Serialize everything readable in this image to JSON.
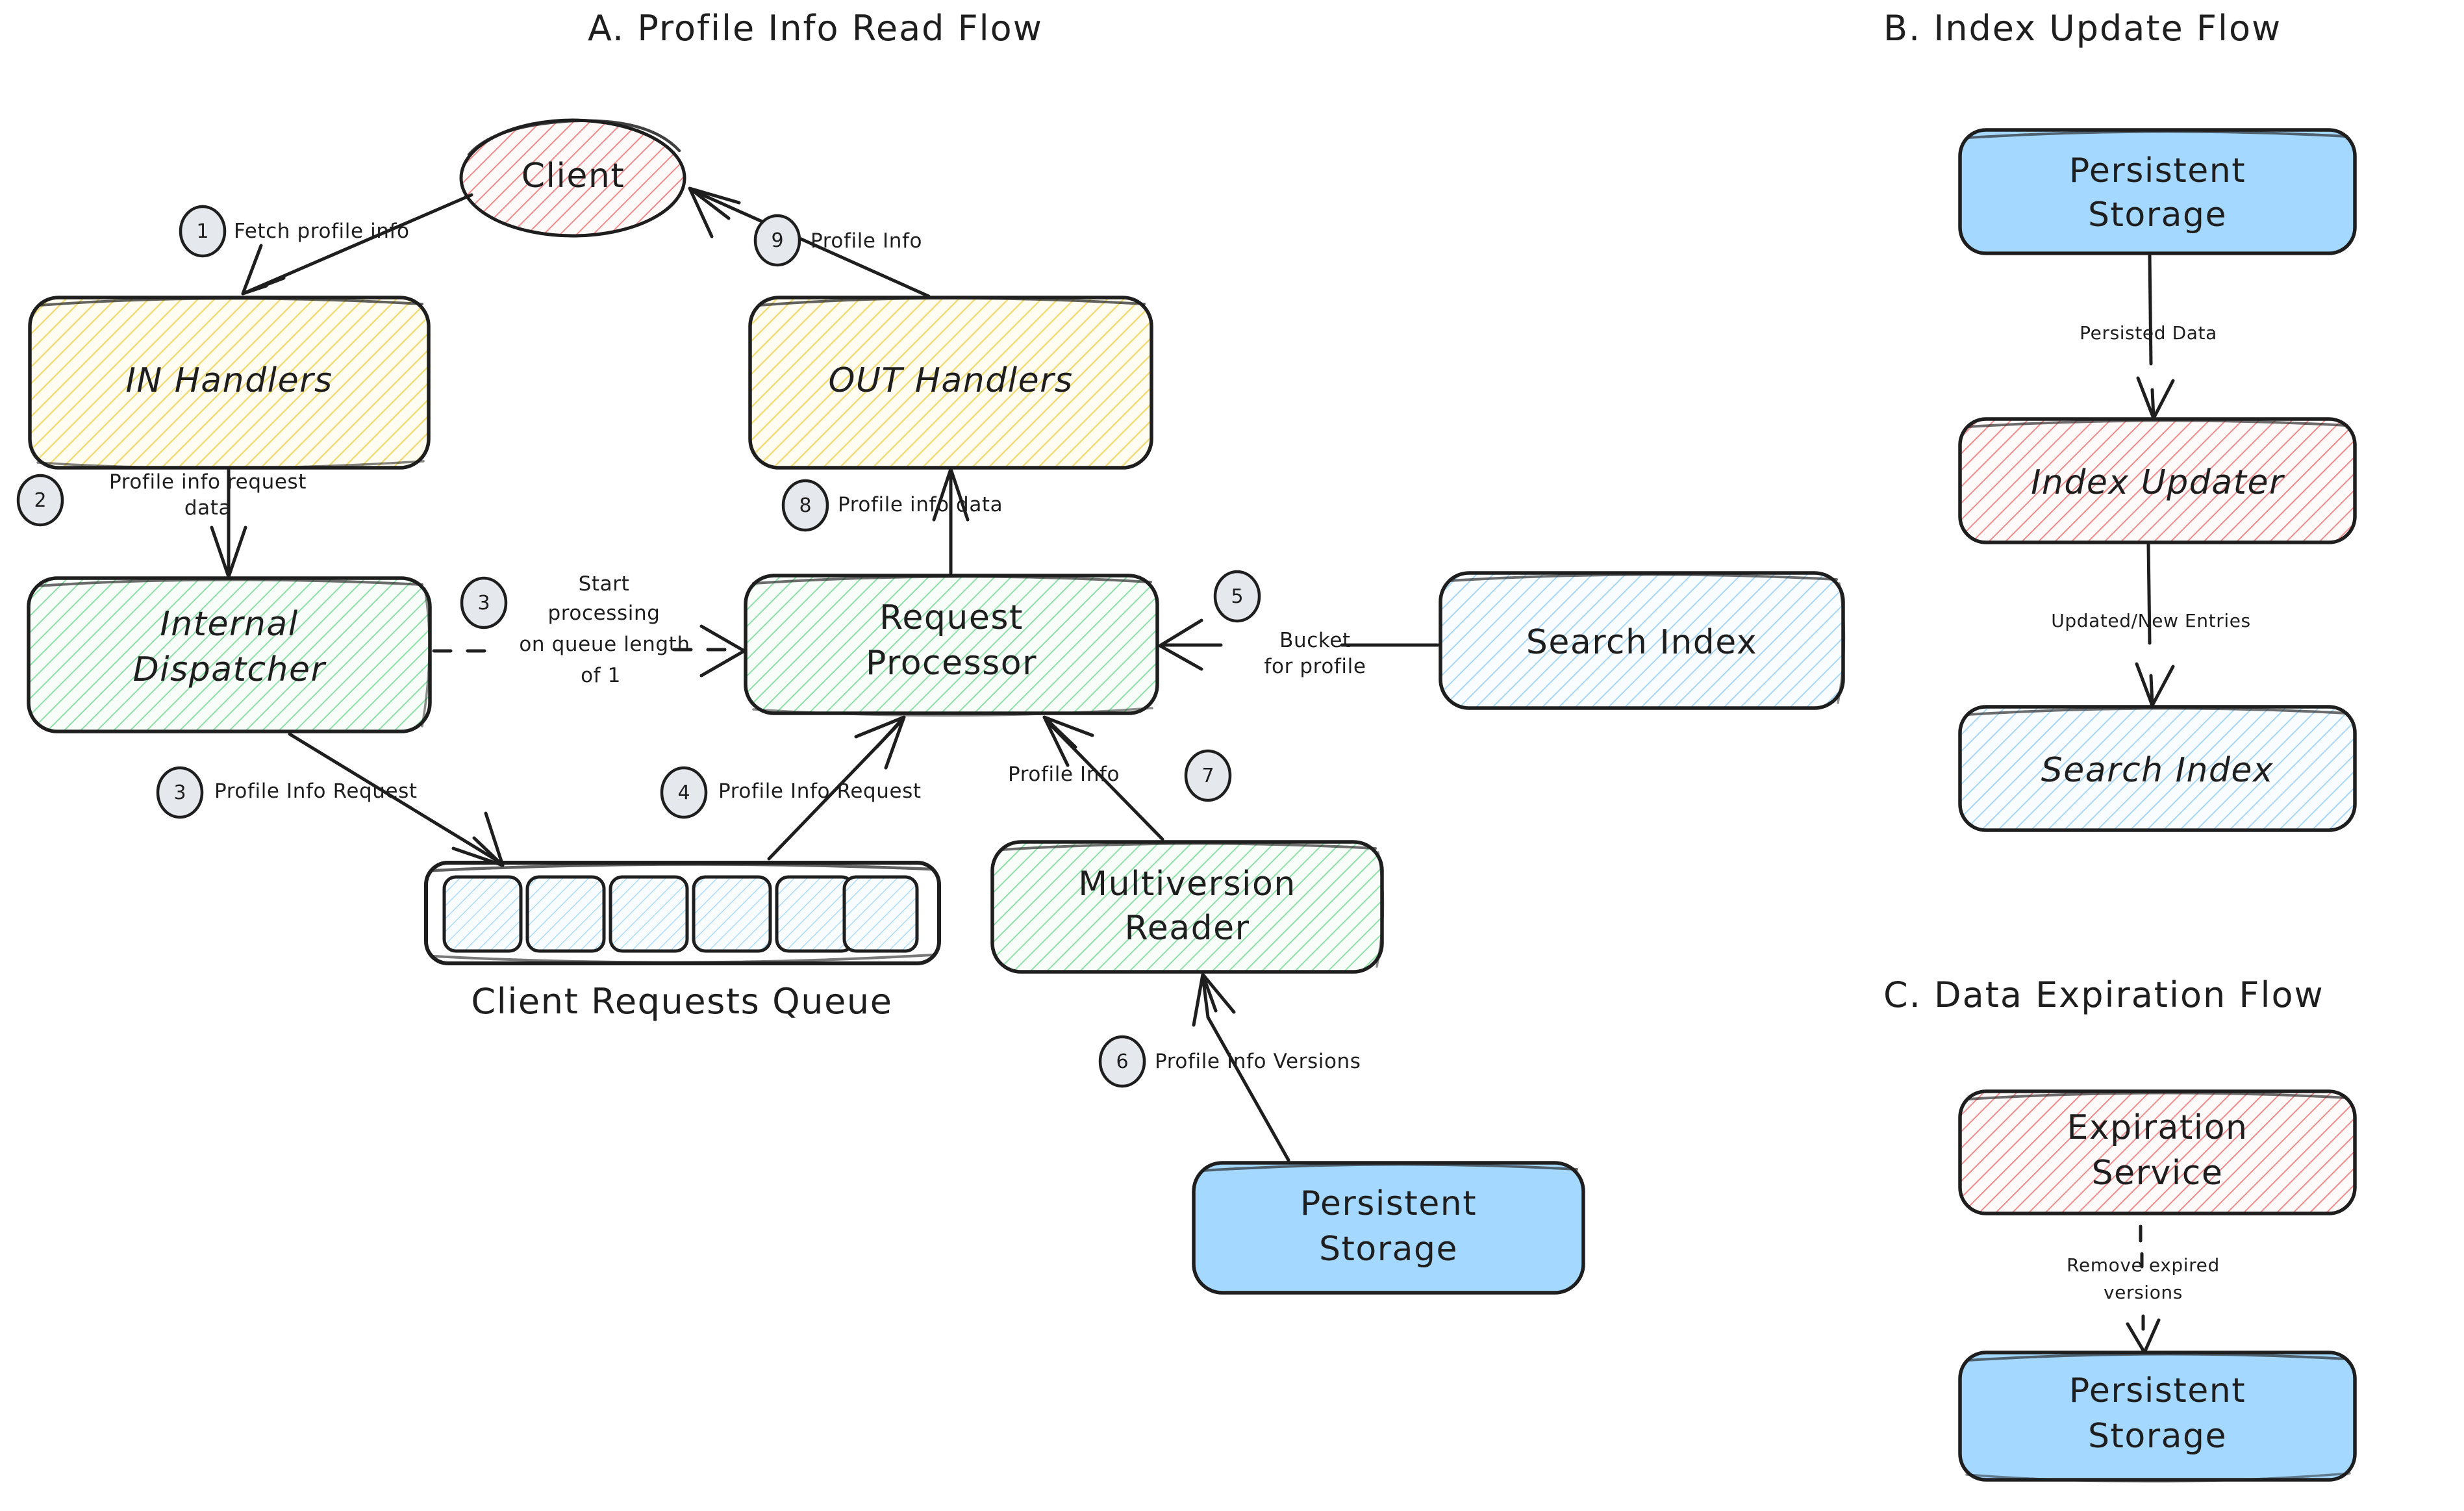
{
  "panels": [
    {
      "id": "A",
      "title": "A. Profile Info Read Flow"
    },
    {
      "id": "B",
      "title": "B. Index Update Flow"
    },
    {
      "id": "C",
      "title": "C. Data Expiration Flow"
    }
  ],
  "colors": {
    "ink": "#1e1e1e",
    "red_hatch": "#e03131",
    "red_fill_tint": "#fff5f5",
    "yellow_hatch": "#f0d43a",
    "yellow_fill_tint": "#fffbe6",
    "green_hatch": "#40c057",
    "green_fill_tint": "#f4fcf6",
    "blue_hatch": "#4dabf7",
    "blue_fill_tint": "#f2f9ff",
    "blue_solid": "#a5d8ff",
    "badge_fill": "#e5e9ee"
  },
  "panelA": {
    "nodes": {
      "client": {
        "label": "Client",
        "shape": "ellipse",
        "style": "red-hatch"
      },
      "in_handlers": {
        "label": "IN Handlers",
        "shape": "rounded-rect",
        "style": "yellow-hatch"
      },
      "out_handlers": {
        "label": "OUT Handlers",
        "shape": "rounded-rect",
        "style": "yellow-hatch"
      },
      "internal_dispatcher": {
        "label": "Internal\nDispatcher",
        "line1": "Internal",
        "line2": "Dispatcher",
        "shape": "rounded-rect",
        "style": "green-hatch"
      },
      "request_processor": {
        "label": "Request\nProcessor",
        "line1": "Request",
        "line2": "Processor",
        "shape": "rounded-rect",
        "style": "green-hatch"
      },
      "search_index": {
        "label": "Search Index",
        "shape": "rounded-rect",
        "style": "blue-hatch"
      },
      "multiversion_reader": {
        "label": "Multiversion\nReader",
        "line1": "Multiversion",
        "line2": "Reader",
        "shape": "rounded-rect",
        "style": "green-hatch"
      },
      "persistent_storage": {
        "label": "Persistent\nStorage",
        "line1": "Persistent",
        "line2": "Storage",
        "shape": "rounded-rect",
        "style": "blue-solid"
      },
      "client_requests_queue": {
        "caption": "Client Requests Queue",
        "cells": 6,
        "style": "blue-hatch"
      }
    },
    "edges": [
      {
        "step": "1",
        "label": "Fetch profile info",
        "from": "client",
        "to": "in_handlers",
        "dashed": false
      },
      {
        "step": "2",
        "label": "Profile info request\ndata",
        "line1": "Profile info request",
        "line2": "data",
        "from": "in_handlers",
        "to": "internal_dispatcher",
        "dashed": false
      },
      {
        "step": "3",
        "label": "Start\nprocessing\non queue length\nof 1",
        "line1": "Start",
        "line2": "processing",
        "line3": "on queue length",
        "line4": "of 1",
        "from": "internal_dispatcher",
        "to": "request_processor",
        "dashed": true
      },
      {
        "step": "3",
        "label": "Profile Info Request",
        "from": "internal_dispatcher",
        "to": "client_requests_queue",
        "dashed": false
      },
      {
        "step": "4",
        "label": "Profile Info Request",
        "from": "client_requests_queue",
        "to": "request_processor",
        "dashed": false
      },
      {
        "step": "5",
        "label": "Bucket\nfor profile",
        "line1": "Bucket",
        "line2": "for profile",
        "from": "search_index",
        "to": "request_processor",
        "dashed": false
      },
      {
        "step": "6",
        "label": "Profile Info Versions",
        "from": "persistent_storage",
        "to": "multiversion_reader",
        "dashed": false
      },
      {
        "step": "7",
        "label": "Profile Info",
        "from": "multiversion_reader",
        "to": "request_processor",
        "dashed": false
      },
      {
        "step": "8",
        "label": "Profile info data",
        "from": "request_processor",
        "to": "out_handlers",
        "dashed": false
      },
      {
        "step": "9",
        "label": "Profile Info",
        "from": "out_handlers",
        "to": "client",
        "dashed": false
      }
    ]
  },
  "panelB": {
    "nodes": {
      "persistent_storage": {
        "label": "Persistent\nStorage",
        "line1": "Persistent",
        "line2": "Storage",
        "style": "blue-solid"
      },
      "index_updater": {
        "label": "Index Updater",
        "style": "red-hatch"
      },
      "search_index": {
        "label": "Search Index",
        "style": "blue-hatch"
      }
    },
    "edges": [
      {
        "label": "Persisted Data",
        "from": "persistent_storage",
        "to": "index_updater",
        "dashed": false
      },
      {
        "label": "Updated/New Entries",
        "from": "index_updater",
        "to": "search_index",
        "dashed": false
      }
    ]
  },
  "panelC": {
    "nodes": {
      "expiration_service": {
        "label": "Expiration\nService",
        "line1": "Expiration",
        "line2": "Service",
        "style": "red-hatch"
      },
      "persistent_storage": {
        "label": "Persistent\nStorage",
        "line1": "Persistent",
        "line2": "Storage",
        "style": "blue-solid"
      }
    },
    "edges": [
      {
        "label": "Remove expired\nversions",
        "line1": "Remove expired",
        "line2": "versions",
        "from": "expiration_service",
        "to": "persistent_storage",
        "dashed": true
      }
    ]
  }
}
